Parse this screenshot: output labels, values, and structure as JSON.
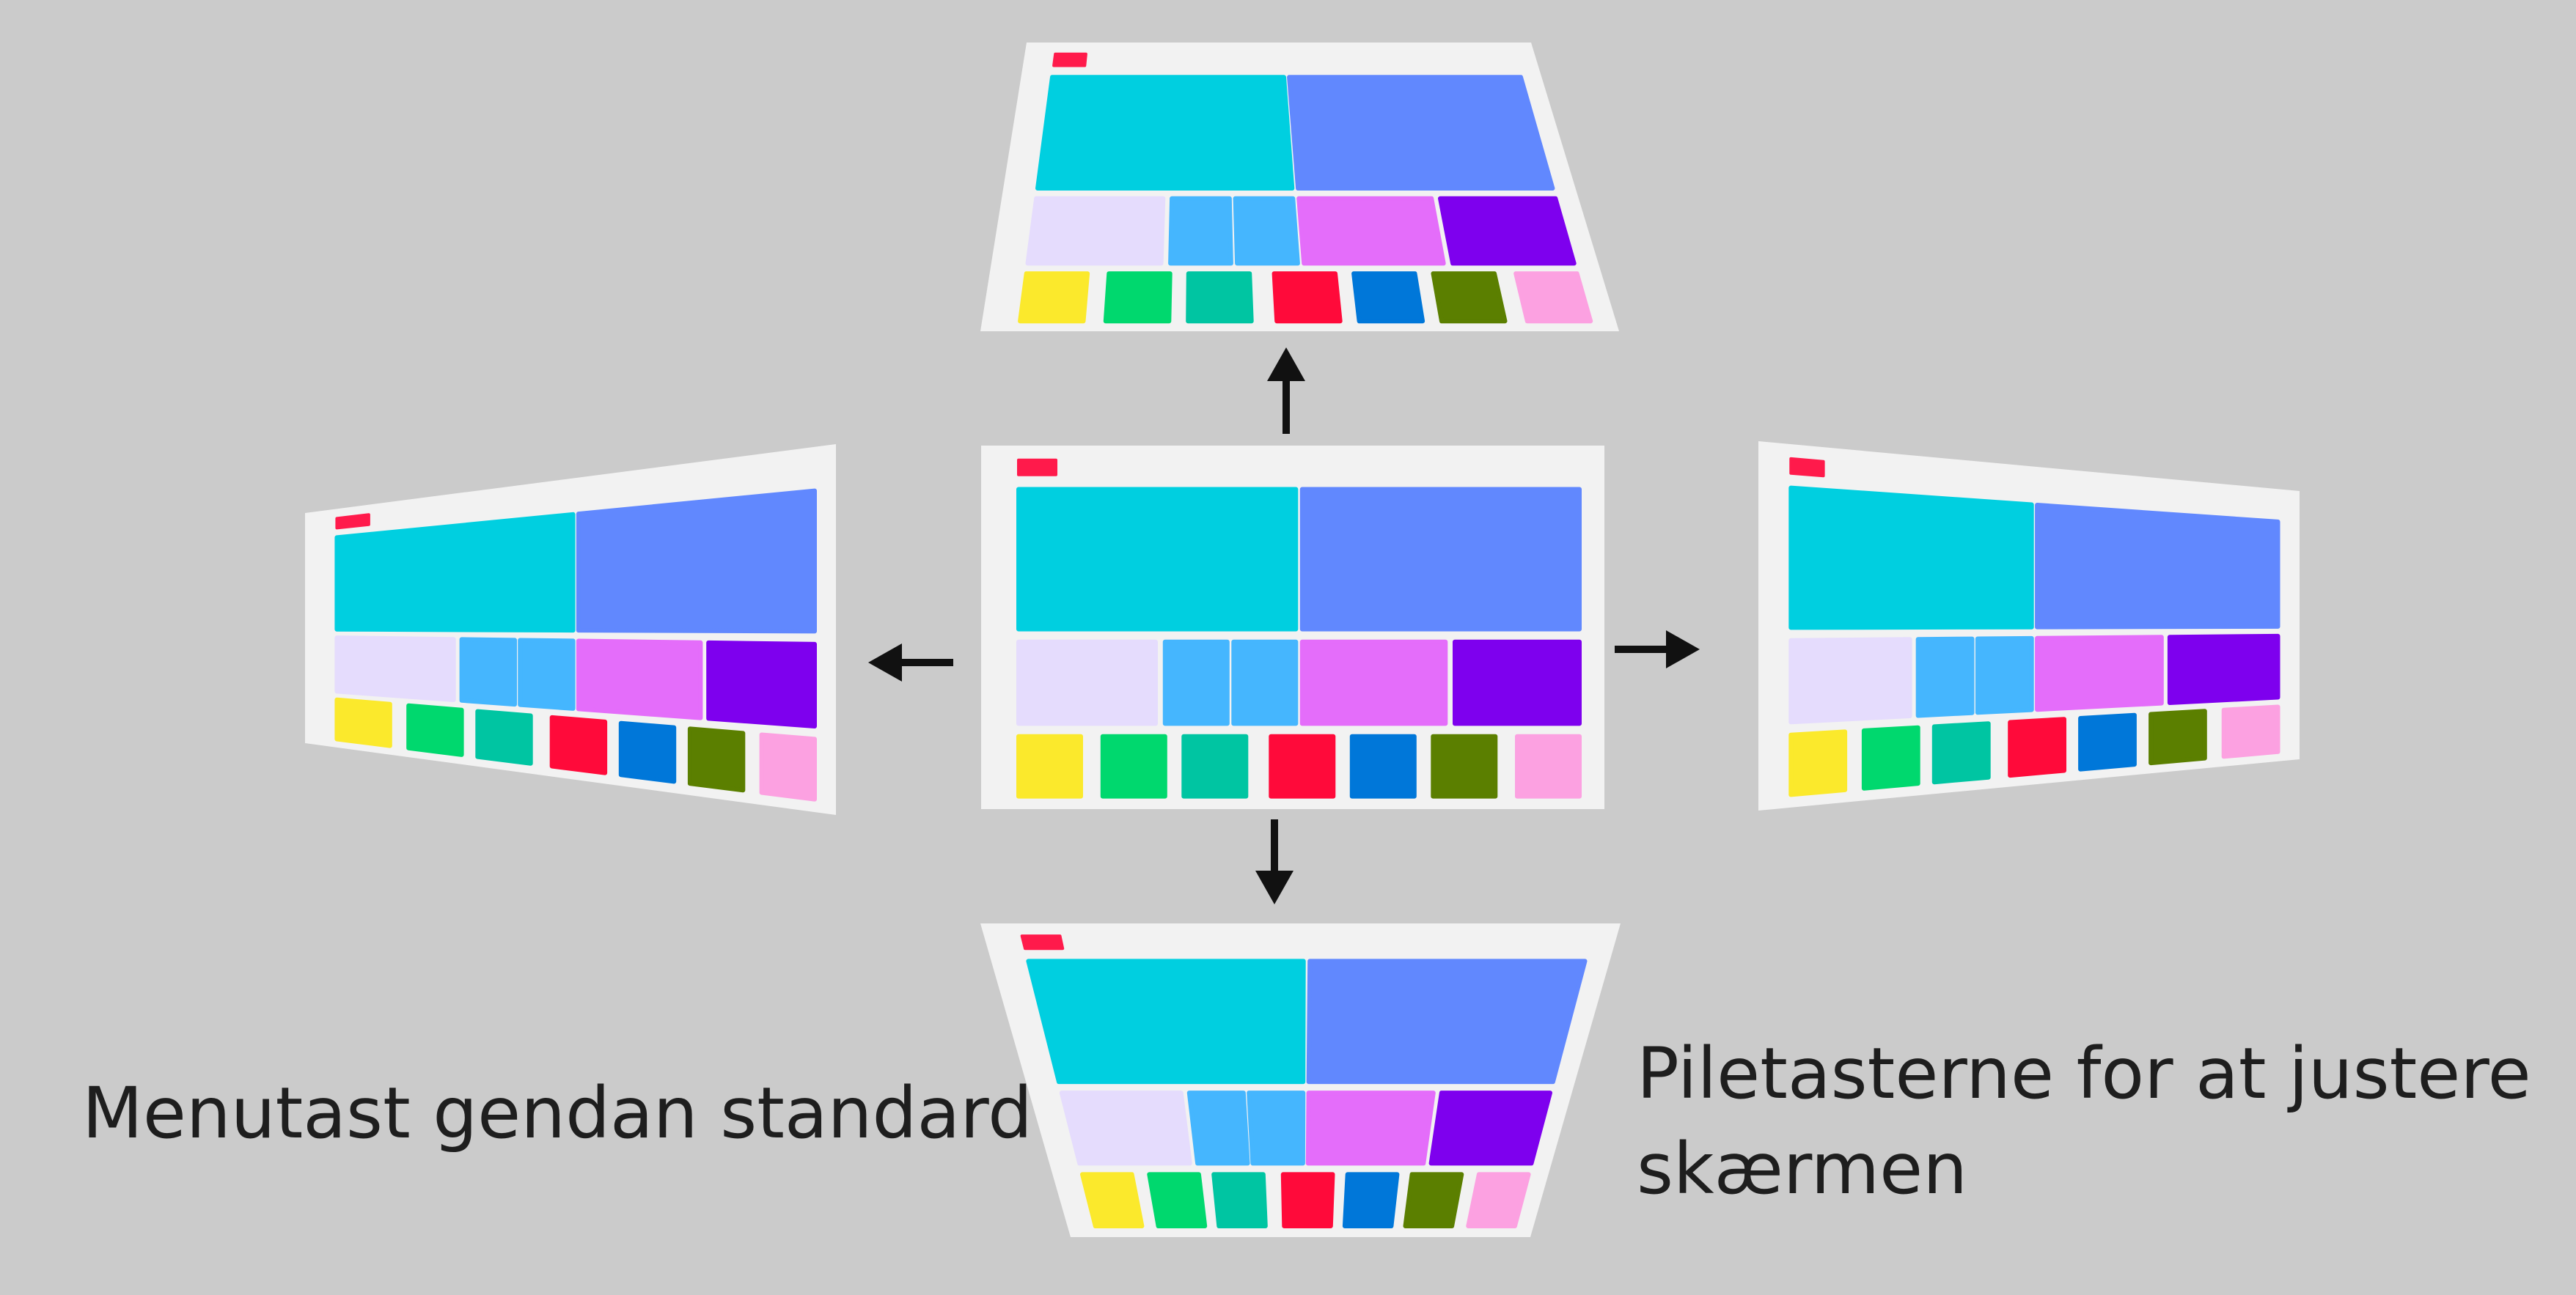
{
  "captions": {
    "menu_reset": "Menutast gendan standard",
    "arrow_keys_line1": "Piletasterne for at justere",
    "arrow_keys_line2": "skærmen"
  },
  "colors": {
    "background": "#cbcbcb",
    "screen_frame": "#f2f2f2",
    "arrow": "#111111",
    "header_dot": "#ff1a4b",
    "tiles": {
      "big_a": "#00cfe0",
      "big_b": "#6188fe",
      "lavender": "#e5dcfd",
      "sky_1": "#45b6fe",
      "sky_2": "#45b6fe",
      "orchid": "#e46dfa",
      "violet": "#7e00ee",
      "yellow": "#fbe92c",
      "green": "#00d86e",
      "teal": "#00c5a2",
      "red": "#ff0a3a",
      "blue": "#0077d9",
      "olive": "#5b7f00",
      "pink": "#fca1e1"
    }
  },
  "screens": [
    {
      "view": "center-default"
    },
    {
      "view": "shifted-up"
    },
    {
      "view": "shifted-down"
    },
    {
      "view": "shifted-left"
    },
    {
      "view": "shifted-right"
    }
  ],
  "arrows": [
    {
      "direction": "up",
      "icon": "arrow-up-icon"
    },
    {
      "direction": "down",
      "icon": "arrow-down-icon"
    },
    {
      "direction": "left",
      "icon": "arrow-left-icon"
    },
    {
      "direction": "right",
      "icon": "arrow-right-icon"
    }
  ]
}
